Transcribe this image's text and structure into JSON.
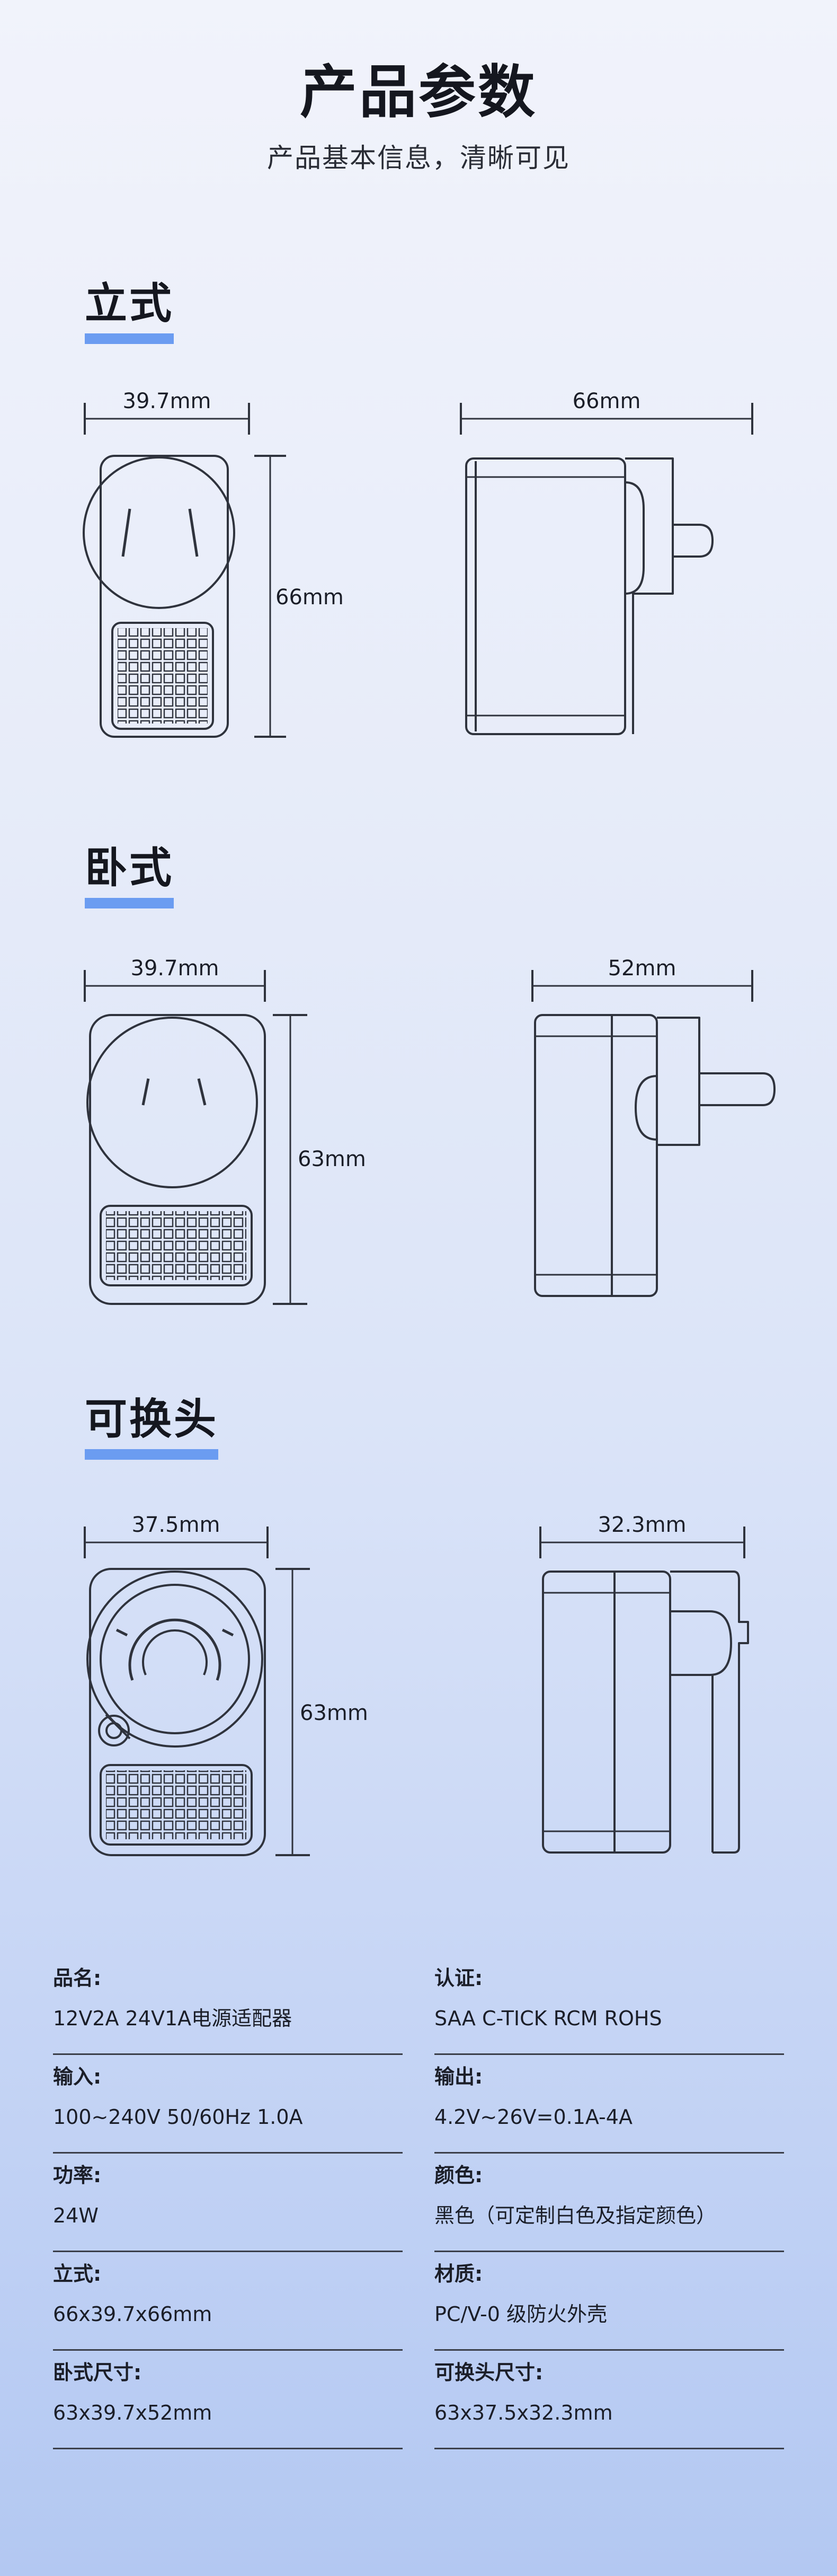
{
  "header": {
    "title": "产品参数",
    "subtitle": "产品基本信息，清晰可见"
  },
  "sections": [
    {
      "title": "立式",
      "front_width": "39.7mm",
      "front_height": "66mm",
      "side_width": "66mm"
    },
    {
      "title": "卧式",
      "front_width": "39.7mm",
      "front_height": "63mm",
      "side_width": "52mm"
    },
    {
      "title": "可换头",
      "front_width": "37.5mm",
      "front_height": "63mm",
      "side_width": "32.3mm"
    }
  ],
  "specs": [
    {
      "label": "品名:",
      "value": "12V2A 24V1A电源适配器"
    },
    {
      "label": "认证:",
      "value": "SAA C-TICK  RCM ROHS"
    },
    {
      "label": "输入:",
      "value": "100~240V 50/60Hz 1.0A"
    },
    {
      "label": "输出:",
      "value": "4.2V~26V=0.1A-4A"
    },
    {
      "label": "功率:",
      "value": "24W"
    },
    {
      "label": "颜色:",
      "value": "黑色（可定制白色及指定颜色）"
    },
    {
      "label": "立式:",
      "value": "66x39.7x66mm"
    },
    {
      "label": "材质:",
      "value": "PC/V-0 级防火外壳"
    },
    {
      "label": "卧式尺寸:",
      "value": "63x39.7x52mm"
    },
    {
      "label": "可换头尺寸:",
      "value": "63x37.5x32.3mm"
    }
  ],
  "colors": {
    "accent": "#6b9cf1",
    "text": "#1b1e28",
    "line": "#3b3f4a"
  }
}
